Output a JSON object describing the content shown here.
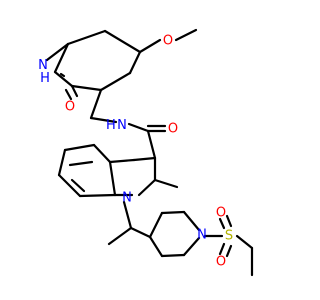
{
  "atom_labels": {
    "methoxy_o": "O",
    "lactam_nh": "N\nH",
    "lactam_o": "O",
    "amide_nh": "N\nH",
    "amide_o": "O",
    "indole_n": "N",
    "piperidine_n": "N",
    "sulfonyl_s": "S",
    "sulfonyl_o_left": "O",
    "sulfonyl_o_right": "O"
  },
  "colors": {
    "bond": "#000000",
    "nitrogen": "#0000ff",
    "oxygen": "#ff0000",
    "sulfur": "#b2b200",
    "background": "#ffffff"
  }
}
